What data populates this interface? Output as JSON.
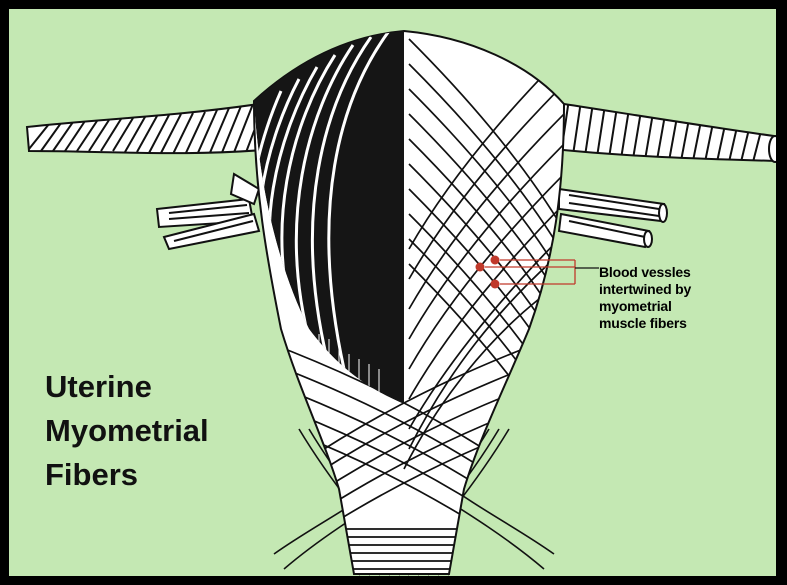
{
  "title": {
    "lines": [
      "Uterine",
      "Myometrial",
      "Fibers"
    ]
  },
  "callout": {
    "lines": [
      "Blood vessles",
      "intertwined by",
      "myometrial",
      "muscle fibers"
    ]
  },
  "colors": {
    "background": "#c4e8b3",
    "frame": "#000000",
    "vessel": "#c0392b",
    "fiber_dark": "#111111",
    "fiber_light": "#ffffff"
  }
}
